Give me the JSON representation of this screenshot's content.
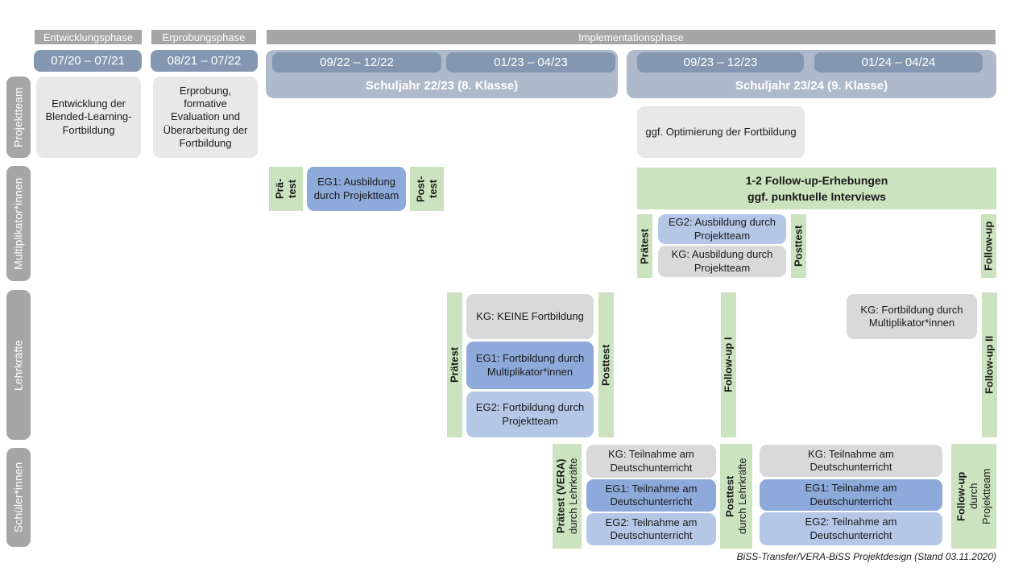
{
  "colors": {
    "header_gray": "#a6a6a6",
    "date_blue": "#8497b0",
    "schuljahr_blue": "#aebaca",
    "box_gray": "#e9e8e8",
    "kg_gray": "#d9d9d9",
    "eg1_blue": "#8eaadb",
    "eg2_blue": "#b4c7e7",
    "green": "#cce3bf"
  },
  "phases": {
    "entwicklung": "Entwicklungsphase",
    "erprobung": "Erprobungsphase",
    "implementation": "Implementationsphase"
  },
  "timeline": {
    "d1": "07/20 – 07/21",
    "d2": "08/21 – 07/22",
    "sj1": {
      "d1": "09/22 – 12/22",
      "d2": "01/23 – 04/23",
      "label": "Schuljahr 22/23 (8. Klasse)"
    },
    "sj2": {
      "d1": "09/23 – 12/23",
      "d2": "01/24 – 04/24",
      "label": "Schuljahr 23/24 (9. Klasse)"
    }
  },
  "rows": {
    "projektteam": "Projektteam",
    "multiplikatoren": "Multiplikator*innen",
    "lehrkraefte": "Lehrkräfte",
    "schueler": "Schüler*innen"
  },
  "projektteam": {
    "box1": "Entwicklung der Blended-Learning-Fortbildung",
    "box2": "Erprobung, formative Evaluation und Überarbeitung der Fortbildung",
    "box3": "ggf. Optimierung der Fortbildung"
  },
  "multiplikatoren": {
    "pre": {
      "l1": "Prä-",
      "l2": "test"
    },
    "eg1": "EG1: Ausbildung durch Projektteam",
    "post": {
      "l1": "Post-",
      "l2": "test"
    },
    "followup_header": {
      "l1": "1-2 Follow-up-Erhebungen",
      "l2": "ggf. punktuelle Interviews"
    },
    "praetest": "Prätest",
    "eg2": "EG2: Ausbildung durch Projektteam",
    "kg": "KG: Ausbildung durch Projektteam",
    "posttest": "Posttest",
    "followup": "Follow-up"
  },
  "lehrkraefte": {
    "praetest": "Prätest",
    "kg": "KG: KEINE Fortbildung",
    "eg1": "EG1: Fortbildung durch Multiplikator*innen",
    "eg2": "EG2: Fortbildung durch Projektteam",
    "posttest": "Posttest",
    "followup1": "Follow-up I",
    "kg2": "KG: Fortbildung durch Multiplikator*innen",
    "followup2": "Follow-up II"
  },
  "schueler": {
    "praetest": {
      "l1": "Prätest (VERA)",
      "l2": "durch Lehrkräfte"
    },
    "kg1": "KG: Teilnahme am Deutschunterricht",
    "eg1a": "EG1: Teilnahme am Deutschunterricht",
    "eg2a": "EG2: Teilnahme am Deutschunterricht",
    "posttest": {
      "l1": "Posttest",
      "l2": "durch Lehrkräfte"
    },
    "kg2": "KG: Teilnahme am Deutschunterricht",
    "eg1b": "EG1: Teilnahme am Deutschunterricht",
    "eg2b": "EG2: Teilnahme am Deutschunterricht",
    "followup": {
      "l1": "Follow-up",
      "l2": "durch",
      "l3": "Projektteam"
    }
  },
  "caption": "BiSS-Transfer/VERA-BiSS Projektdesign (Stand 03.11.2020)"
}
